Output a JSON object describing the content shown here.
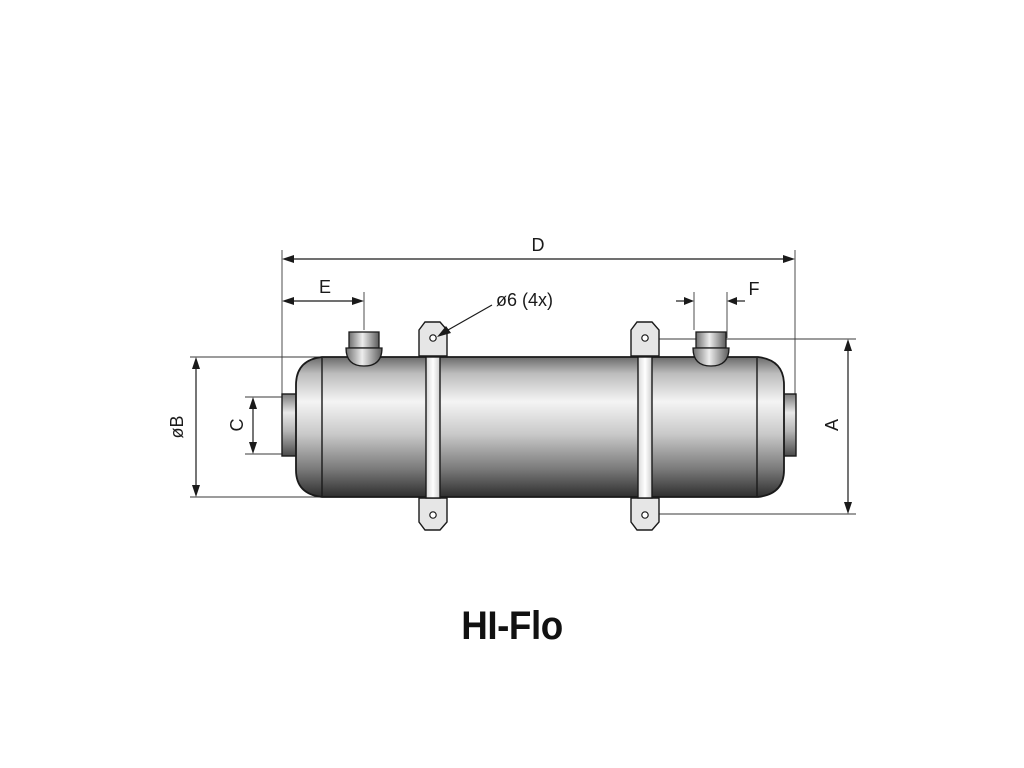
{
  "title": "HI-Flo",
  "dimensions": {
    "overall_length": "D",
    "inlet_offset": "E",
    "outlet_offset": "F",
    "bracket_hole": "ø6 (4x)",
    "shell_diameter": "øB",
    "connection_size": "C",
    "bracket_height": "A"
  },
  "colors": {
    "line": "#1a1a1a",
    "metal_dark": "#3c3c3c",
    "metal_mid": "#8e8e8e",
    "metal_light": "#f2f2f2",
    "background": "#ffffff"
  }
}
